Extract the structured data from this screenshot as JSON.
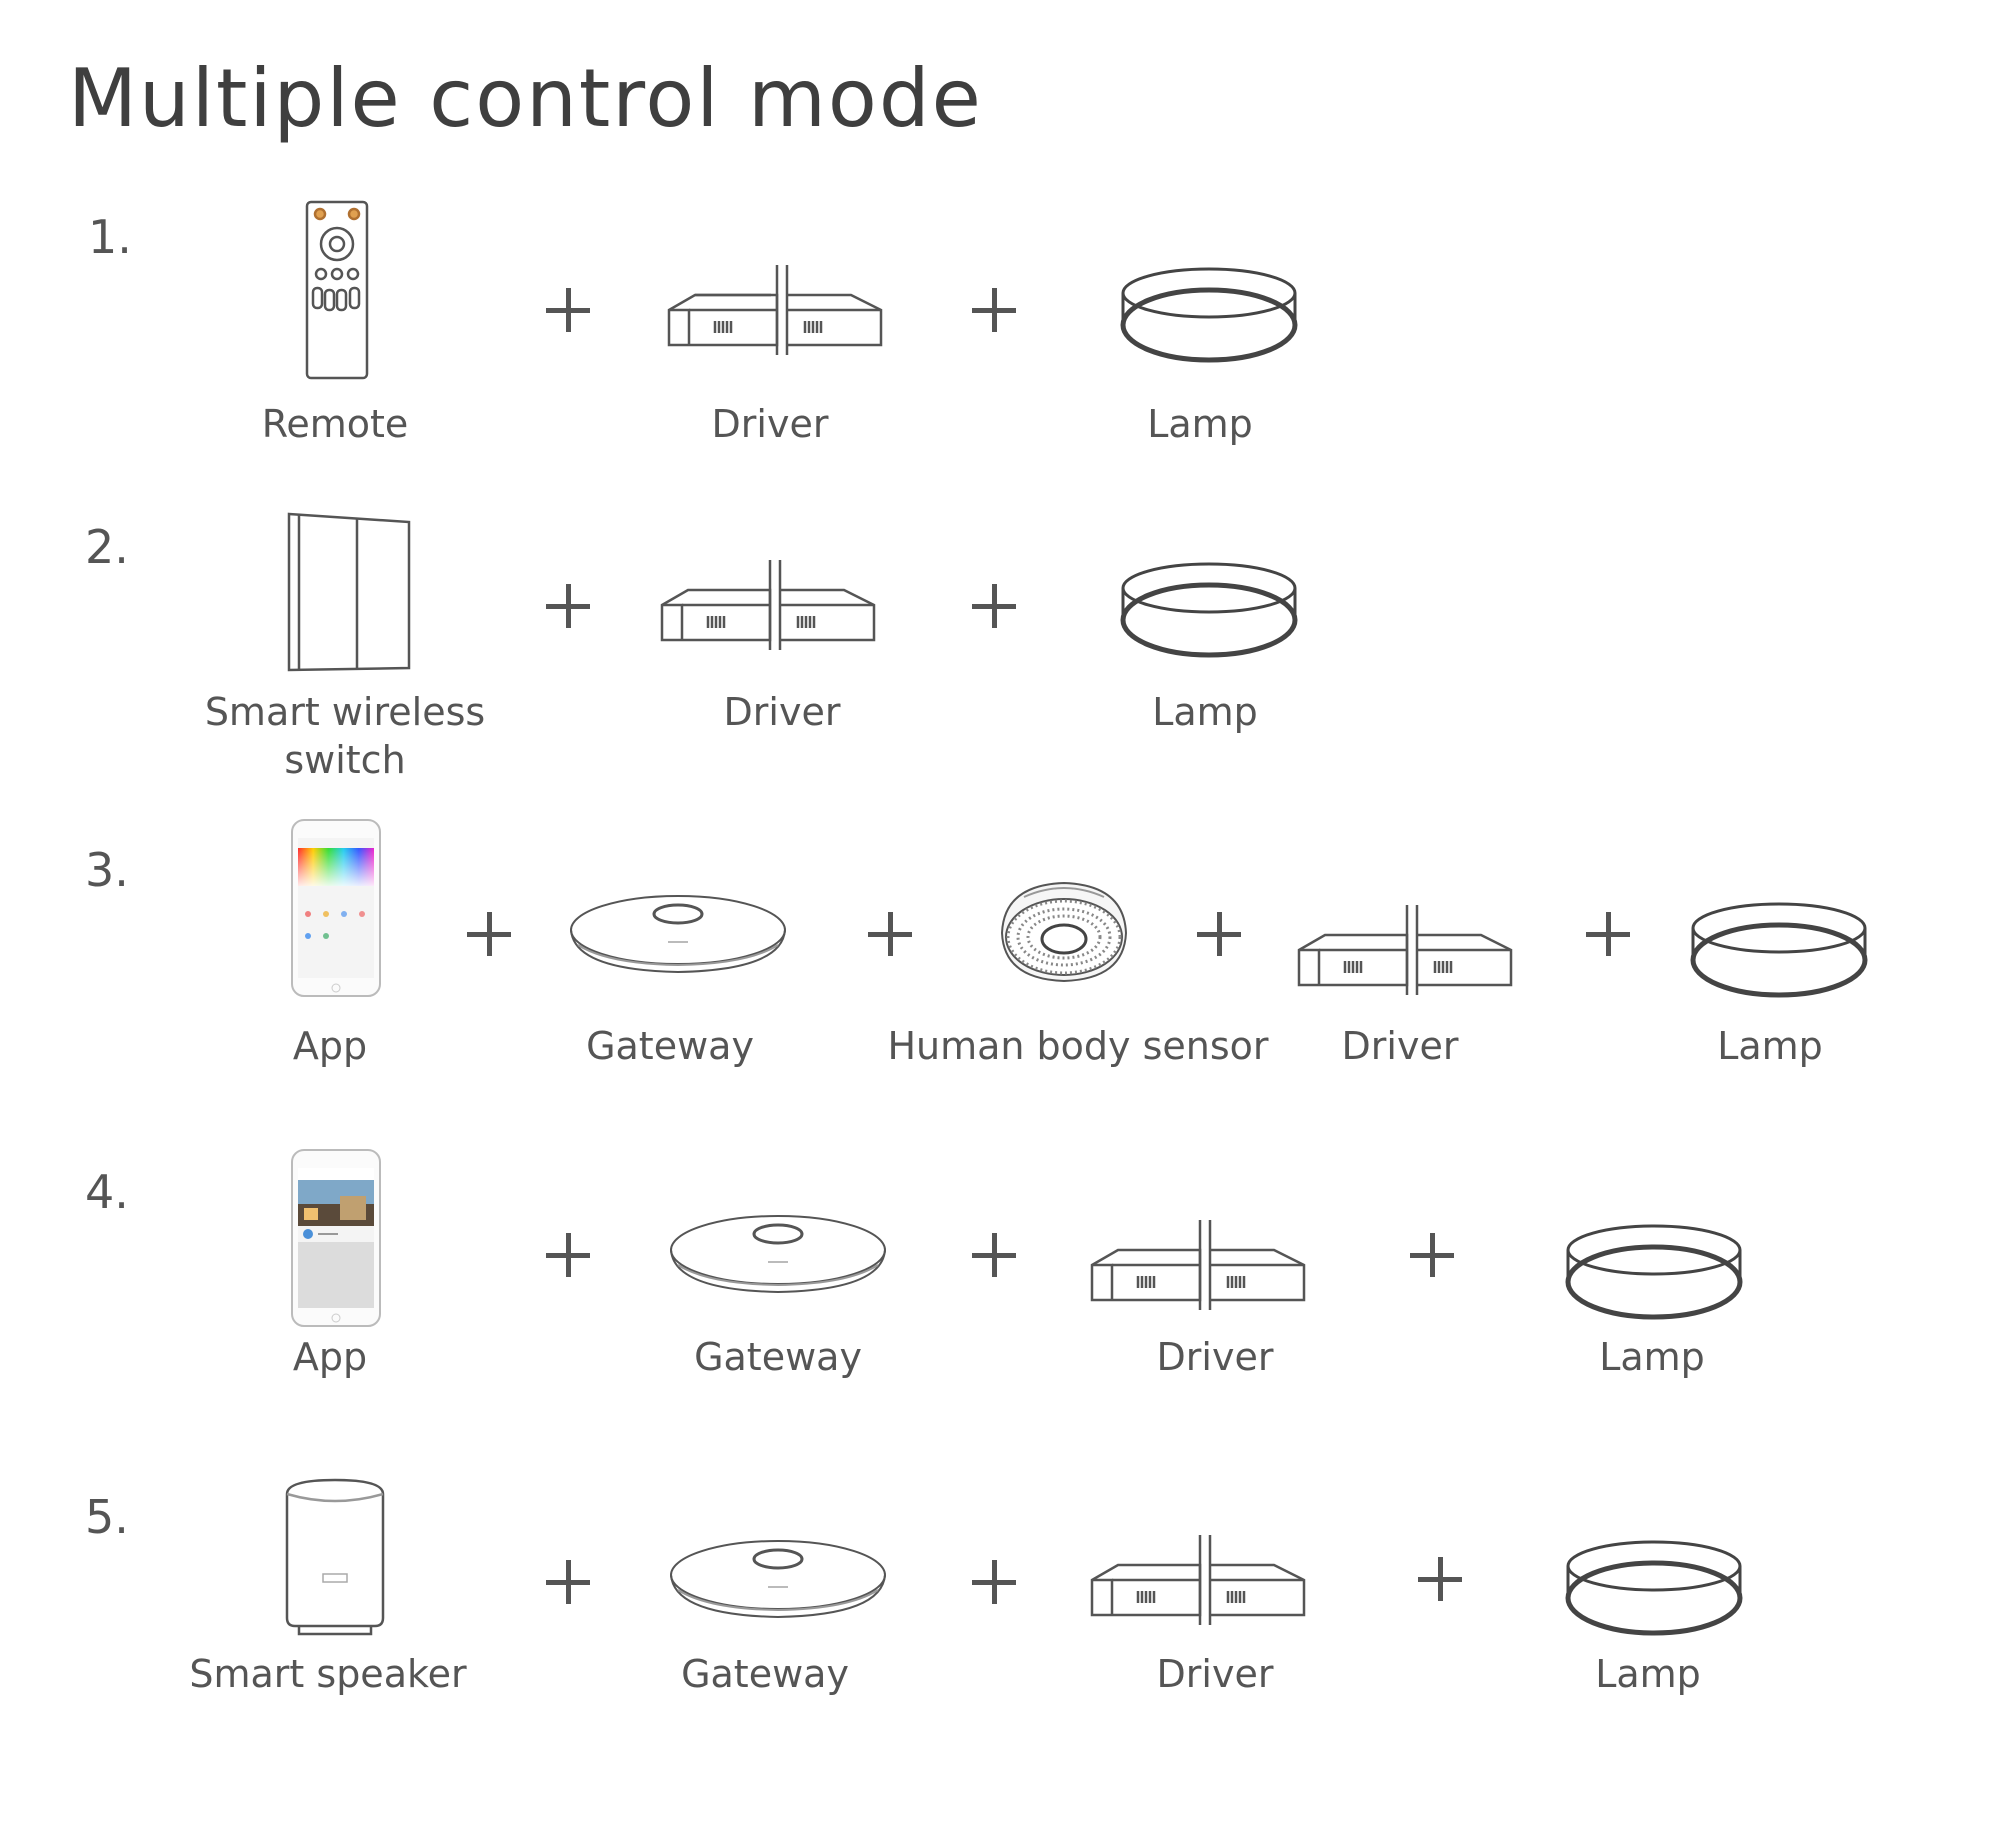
{
  "title": "Multiple control mode",
  "rows": [
    {
      "number": "1.",
      "items": [
        {
          "label": "Remote",
          "icon": "remote-control-icon"
        },
        {
          "label": "Driver",
          "icon": "driver-icon"
        },
        {
          "label": "Lamp",
          "icon": "ceiling-lamp-icon"
        }
      ]
    },
    {
      "number": "2.",
      "items": [
        {
          "label": "Smart wireless",
          "label2": "switch",
          "icon": "wall-switch-icon"
        },
        {
          "label": "Driver",
          "icon": "driver-icon"
        },
        {
          "label": "Lamp",
          "icon": "ceiling-lamp-icon"
        }
      ]
    },
    {
      "number": "3.",
      "items": [
        {
          "label": "App",
          "icon": "phone-app-color-icon"
        },
        {
          "label": "Gateway",
          "icon": "gateway-icon"
        },
        {
          "label": "Human body sensor",
          "icon": "human-body-sensor-icon"
        },
        {
          "label": "Driver",
          "icon": "driver-icon"
        },
        {
          "label": "Lamp",
          "icon": "ceiling-lamp-icon"
        }
      ]
    },
    {
      "number": "4.",
      "items": [
        {
          "label": "App",
          "icon": "phone-app-photo-icon"
        },
        {
          "label": "Gateway",
          "icon": "gateway-icon"
        },
        {
          "label": "Driver",
          "icon": "driver-icon"
        },
        {
          "label": "Lamp",
          "icon": "ceiling-lamp-icon"
        }
      ]
    },
    {
      "number": "5.",
      "items": [
        {
          "label": "Smart speaker",
          "icon": "smart-speaker-icon"
        },
        {
          "label": "Gateway",
          "icon": "gateway-icon"
        },
        {
          "label": "Driver",
          "icon": "driver-icon"
        },
        {
          "label": "Lamp",
          "icon": "ceiling-lamp-icon"
        }
      ]
    }
  ]
}
